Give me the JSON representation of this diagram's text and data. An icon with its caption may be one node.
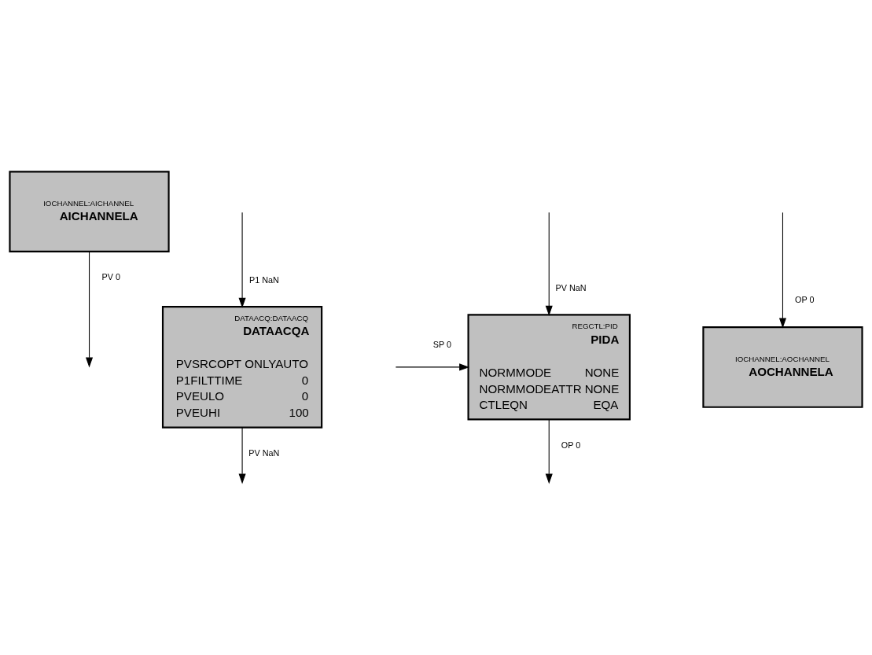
{
  "diagram": {
    "nodes": [
      {
        "text": [
          "IOCHANNEL:AICHANNEL",
          "AICHANNELA"
        ]
      },
      {
        "text": [
          "DATAACQ:DATAACQ",
          "DATAACQA",
          "PVSRCOPT",
          "ONLYAUTO",
          "P1FILTTIME",
          "0",
          "PVEULO",
          "0",
          "PVEUHI",
          "100"
        ]
      },
      {
        "text": [
          "REGCTL:PID",
          "PIDA",
          "NORMMODE",
          "NONE",
          "NORMMODEATTR",
          "NONE",
          "CTLEQN",
          "EQA"
        ]
      },
      {
        "text": [
          "IOCHANNEL:AOCHANNEL",
          "AOCHANNELA"
        ]
      }
    ],
    "edges": [
      {
        "from": 0,
        "to": null,
        "arrow": "to",
        "label": "PV 0"
      },
      {
        "from": null,
        "to": 1,
        "arrow": "to",
        "label": "P1 NaN"
      },
      {
        "from": 1,
        "to": null,
        "arrow": "to",
        "label": "PV NaN"
      },
      {
        "from": null,
        "to": 2,
        "arrow": "to",
        "label": "PV NaN"
      },
      {
        "from": null,
        "to": 2,
        "arrow": "to",
        "label": "SP 0"
      },
      {
        "from": 2,
        "to": null,
        "arrow": "to",
        "label": "OP 0"
      },
      {
        "from": null,
        "to": 3,
        "arrow": "to",
        "label": "OP 0"
      }
    ]
  }
}
